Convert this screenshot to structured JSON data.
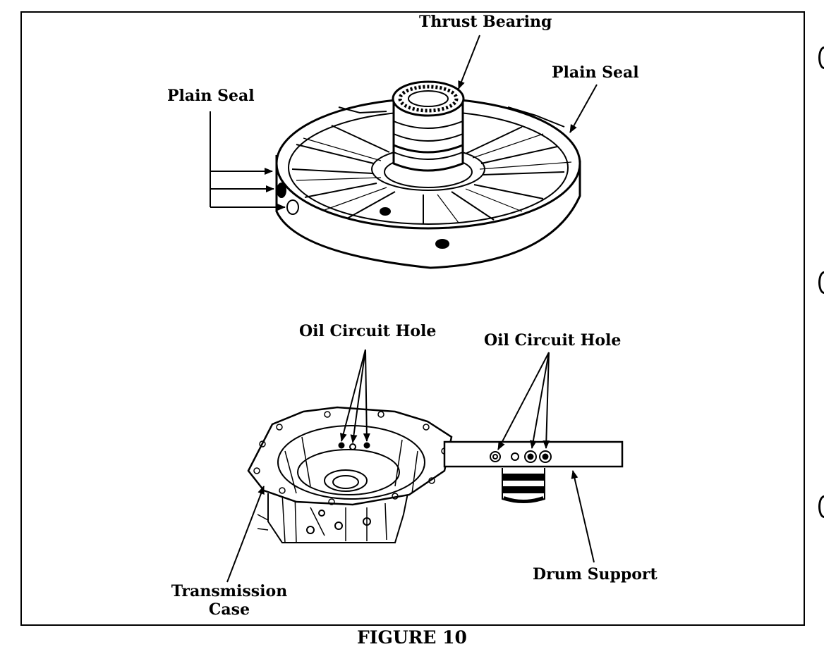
{
  "labels": {
    "thrust_bearing": "Thrust Bearing",
    "plain_seal_left": "Plain Seal",
    "plain_seal_right": "Plain Seal",
    "oil_hole_left": "Oil Circuit Hole",
    "oil_hole_right": "Oil Circuit Hole",
    "transmission_case_line1": "Transmission",
    "transmission_case_line2": "Case",
    "drum_support": "Drum Support"
  },
  "caption": "FIGURE 10"
}
